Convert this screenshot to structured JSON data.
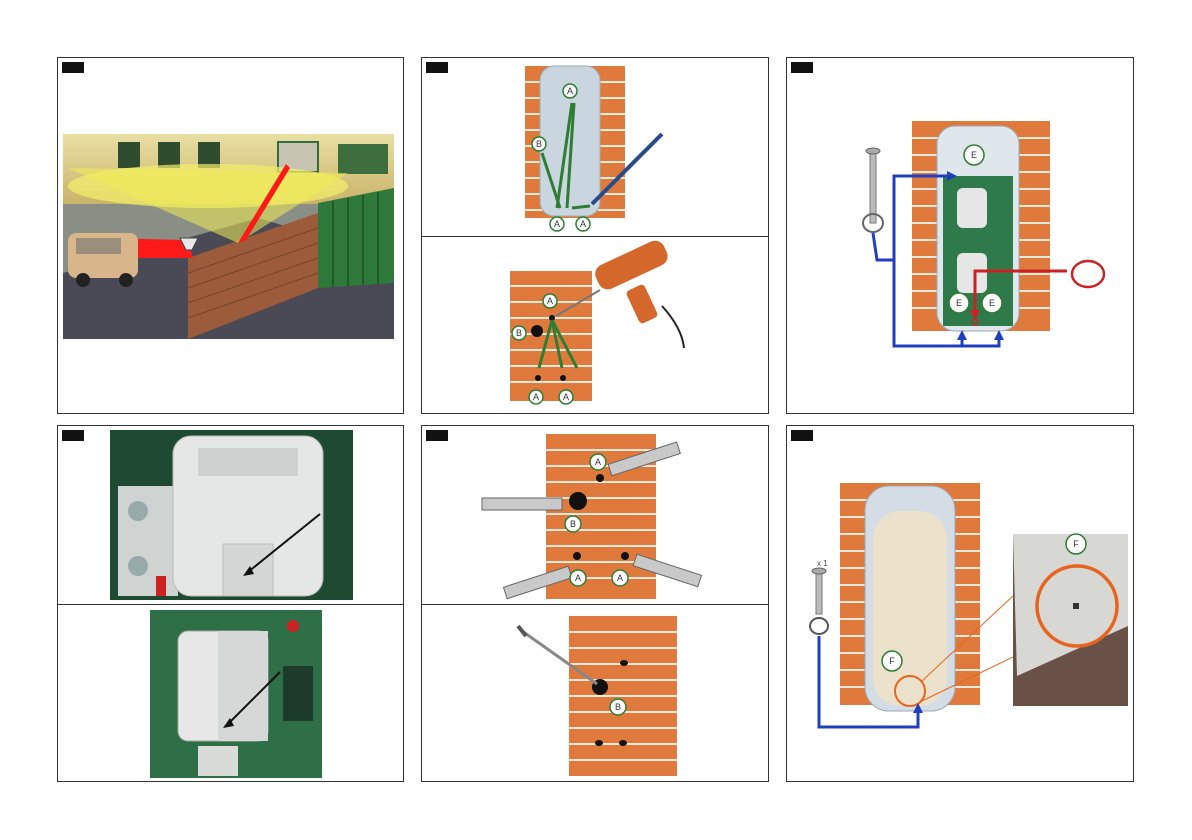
{
  "colors": {
    "brick": "#e07a3c",
    "mortar": "#f3e8dc",
    "arrow_green": "#2e7d32",
    "arrow_blue": "#1f3fbf",
    "highlight_red": "#cc2222",
    "highlight_orange": "#e8641e",
    "pcb_green": "#2f7a4a"
  },
  "markers": {
    "a": "A",
    "b": "B",
    "e": "E",
    "f": "F"
  },
  "panel6": {
    "quantity_label": "x 1"
  }
}
